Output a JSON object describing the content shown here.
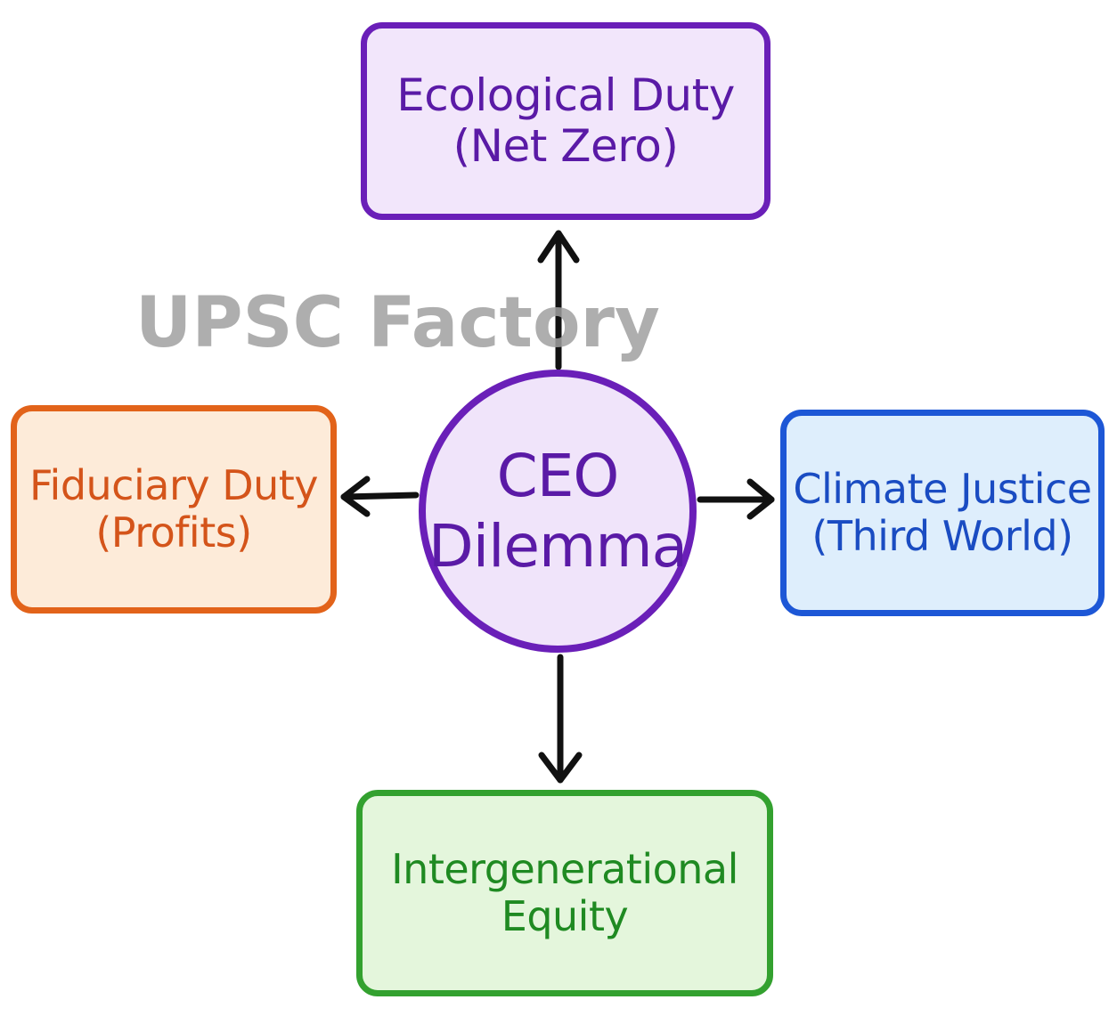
{
  "diagram": {
    "center": {
      "line1": "CEO",
      "line2": "Dilemma"
    },
    "top": {
      "line1": "Ecological Duty",
      "line2": "(Net Zero)"
    },
    "left": {
      "line1": "Fiduciary Duty",
      "line2": "(Profits)"
    },
    "right": {
      "line1": "Climate Justice",
      "line2": "(Third World)"
    },
    "bottom": {
      "line1": "Intergenerational",
      "line2": "Equity"
    }
  },
  "watermark": {
    "text": "UPSC Factory"
  },
  "colors": {
    "purple": "#6a1fb8",
    "orange": "#e2631a",
    "blue": "#1d57d6",
    "green": "#33a12f",
    "arrow": "#111111",
    "watermark": "#a0a0a0"
  }
}
